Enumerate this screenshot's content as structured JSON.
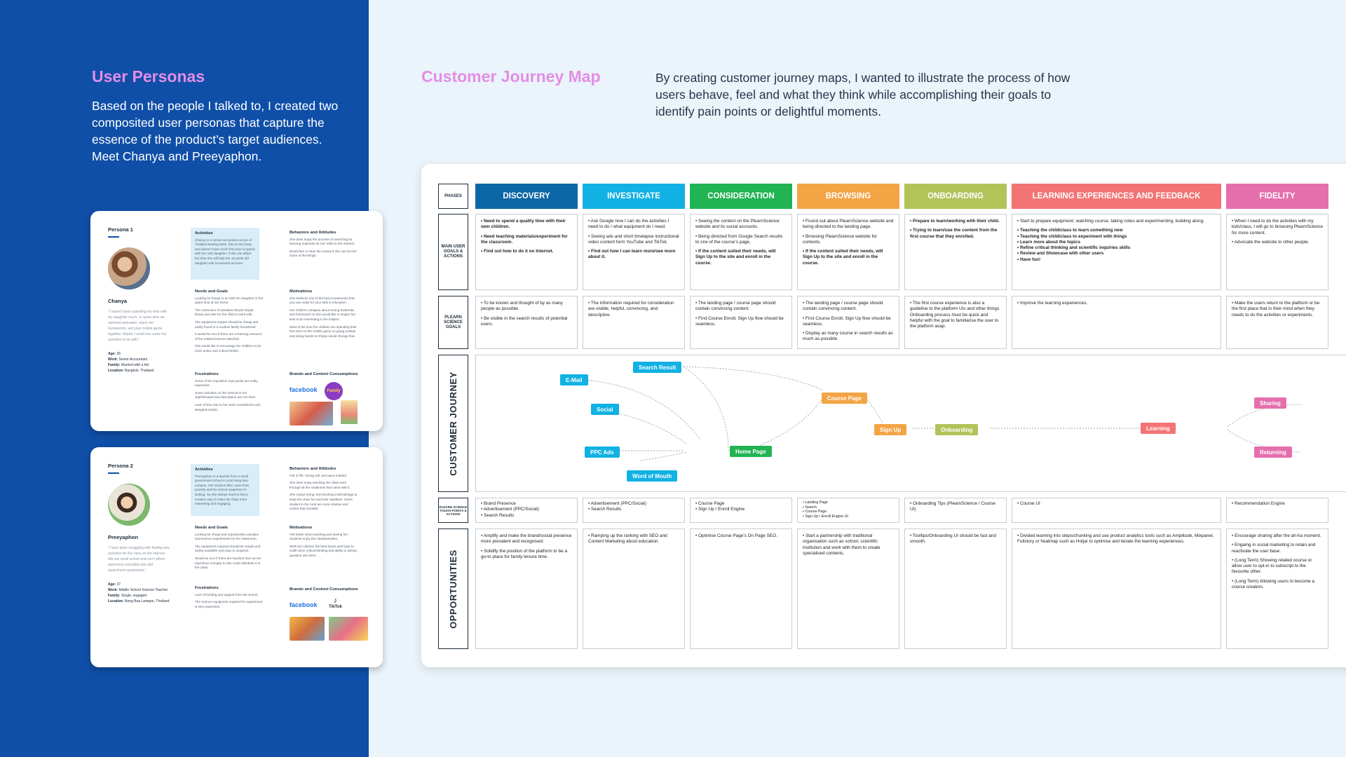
{
  "personas_section": {
    "title": "User Personas",
    "intro": "Based on the people I talked to, I created two composited user personas that capture the essence of the product’s target audiences. Meet Chanya and Preeyaphon."
  },
  "personas": [
    {
      "label": "Persona 1",
      "name": "Chanya",
      "quote": "“I haven’t been spending my time with my daughter much. In spare time we watched animation, teach her homeworks, and play mobile game together. Maybe I could use some fun activities to do with.”",
      "facts": [
        {
          "k": "Age:",
          "v": "36"
        },
        {
          "k": "Work:",
          "v": "Senior Accountant"
        },
        {
          "k": "Family:",
          "v": "Married with a kid"
        },
        {
          "k": "Location:",
          "v": "Bangkok, Thailand"
        }
      ],
      "activities_title": "Activities",
      "activities": "Chanya is a senior accountant at one of Thailand leading bank. She is very busy and doesn’t have much free time to spend with her only daughter. If she can afford the time she will help her 10 years old daughter with homework at home.",
      "needs_title": "Needs and Goals",
      "needs": [
        "Looking for things to do with her daughter in her spare time at her home.",
        "The instruction of activities should simple, timely and safe for the child to work with.",
        "The equipment require should be cheap and easily found in a nucleus family household.",
        "It would be nice if there are a learning resource of the related lessons attached.",
        "She would like to encourage her children to be more active and critical thinker."
      ],
      "frustrations_title": "Frustrations",
      "frustrations": [
        "Some of the inquisition toys packs are really expensive.",
        "Some activities on the Internet is too sophisticated and description are not clear.",
        "Lack of time due to her work commitment and Bangkok transit."
      ],
      "behaviors_title": "Behaviors and Attitudes",
      "behaviors": [
        "She does enjoy the process of searching for learning materials for her child on the internet.",
        "Would like to save the money if she can by DIY some of the things."
      ],
      "motivations_title": "Motivations",
      "motivations": [
        "She believes one of the best investments that you can make for your kids is education.",
        "Her children complain about boring textbooks and homework so she would like to inspire her kids to be interesting in the subject.",
        "Most of the time the children are spending their free time on the mobile game so going outside and doing hands-on things would change that."
      ],
      "brands_title": "Brands and Content Consumptions",
      "brand1": "facebook",
      "brand2": "Family"
    },
    {
      "label": "Persona 2",
      "name": "Preeyaphon",
      "quote": "“I have been struggling with finding new activities for the class on the internet. We are small school and can’t afford expensive education kits and experiment equipments.”",
      "facts": [
        {
          "k": "Age:",
          "v": "27"
        },
        {
          "k": "Work:",
          "v": "Middle School Science Teacher"
        },
        {
          "k": "Family:",
          "v": "Single, engaged"
        },
        {
          "k": "Location:",
          "v": "Nong Bua Lamppo, Thailand"
        }
      ],
      "activities_title": "Activities",
      "activities": "Preeyaphon is a teacher from a small government school in rural Nong Bua Lampoo. Her student often came from poverty and the school equipment is lacking. So she always need to find a creative way to make the class more interesting and engaging.",
      "needs_title": "Needs and Goals",
      "needs": [
        "Looking for cheap and reproducible activities and science experiments for her classroom.",
        "The equipment required should be simple and widely available and easy to acquired.",
        "Would be nice if there are handout that can be reproduce cheaply so she could distribute it to the class."
      ],
      "frustrations_title": "Frustrations",
      "frustrations": [
        "Lack of funding and support from the school.",
        "The science equipment required for experiment is very expensive."
      ],
      "behaviors_title": "Behaviors and Attitudes",
      "behaviors": [
        "Full of life, strong will, and open-minded.",
        "She does enjoy teaching her class even through all the rowdiness that came with it.",
        "She enjoys trying new teaching methodology to keep the class fun and less repetitive. Some student in the rural are more intuitive and motive than bookish."
      ],
      "motivations_title": "Motivations",
      "motivations": [
        "Felt better when teaching and seeing her students enjoy the class/activities.",
        "Wish her children the best future and hope to instill some critical thinking and ability to asking question into them."
      ],
      "brands_title": "Brands and Content Consumptions",
      "brand1": "facebook",
      "brand2": "TikTok"
    }
  ],
  "cjm": {
    "title": "Customer Journey Map",
    "description": "By creating customer journey maps, I wanted to illustrate the process of how users behave, feel and what they think while accomplishing their goals to identify pain points or delightful moments.",
    "row_labels": {
      "phases": "PHASES",
      "goals": "MAIN USER GOALS & ACTIONS",
      "ps_goals": "PLEARN SCIENCE GOALS",
      "journey": "CUSTOMER JOURNEY",
      "touchpoints": "PLEARN SCIENCE TOUCH POINTS & ACTIONS",
      "opportunities": "OPPORTUNITIES"
    },
    "phases": [
      {
        "label": "DISCOVERY",
        "color": "#0d67a6"
      },
      {
        "label": "INVESTIGATE",
        "color": "#11b1e3"
      },
      {
        "label": "CONSIDERATION",
        "color": "#22b353"
      },
      {
        "label": "BROWSING",
        "color": "#f3a445"
      },
      {
        "label": "ONBOARDING",
        "color": "#b2c35a"
      },
      {
        "label": "LEARNING EXPERIENCES AND FEEDBACK",
        "color": "#f27474"
      },
      {
        "label": "FIDELITY",
        "color": "#e56fad"
      }
    ],
    "goals": [
      [
        "• Need to spend a quality time with their own children.",
        "• Need teaching materials/experiment for the classroom.",
        "• Find out how to do it on Internet."
      ],
      [
        "• Ask Google how I can do the activities I need to do / what equipment do I need.",
        "• Seeing ads and short timelapse instructional video content form YouTube and TikTok.",
        "• Find out how I can learn more/see more about it."
      ],
      [
        "• Seeing the content on the PlearnScience website and its social accounts.",
        "• Being directed from Google Search results to one of the course’s page.",
        "• If the content suited their needs, will Sign Up to the site and enroll in the course."
      ],
      [
        "• Found out about PlearnScience website and being directed to the landing page.",
        "• Browsing PlearnScience website for contents.",
        "• If the content suited their needs, will Sign Up to the site and enroll in the course."
      ],
      [
        "• Prepare to learn/working with their child.",
        "• Trying to learn/use the content from the first course that they enrolled."
      ],
      [
        "• Start to prepare equipment, watching course, taking notes and experimenting, building along.",
        "• Teaching the child/class to learn something new\n• Teaching the child/class to experiment with things\n• Learn more about the topics\n• Refine critical thinking and scientific inquiries skills\n• Review and Showcase with other users\n• Have fun!"
      ],
      [
        "• When I need to do the activities with my kids/class, I will go to browsing PlearnScience for more content.",
        "• Advocate the website to other people."
      ]
    ],
    "ps_goals": [
      [
        "• To be known and thought of by as many people as possible.",
        "• Be visible in the search results of potential users."
      ],
      [
        "• The information required for consideration are visible, helpful, convincing, and descriptive."
      ],
      [
        "• The landing page / course page should contain convincing content.",
        "• First Course Enroll, Sign Up flow should be seamless."
      ],
      [
        "• The landing page / course page should contain convincing content.",
        "• First Course Enroll, Sign Up flow should be seamless.",
        "• Display as many course in search results as much as possible"
      ],
      [
        "• The first course experience is also a guideline to the platform UIs and other things. Onboarding process must be quick and helpful with the goal to familiarise the user to the platform asap."
      ],
      [
        "• Improve the learning experiences."
      ],
      [
        "• Make the users return to the platform or be the first place that in their mind when they needs to do the activities or experiments."
      ]
    ],
    "journey_nodes": [
      {
        "label": "Search Result",
        "color": "#11b1e3"
      },
      {
        "label": "E-Mail",
        "color": "#11b1e3"
      },
      {
        "label": "Social",
        "color": "#11b1e3"
      },
      {
        "label": "PPC Ads",
        "color": "#11b1e3"
      },
      {
        "label": "Word of Mouth",
        "color": "#11b1e3"
      },
      {
        "label": "Home Page",
        "color": "#22b353"
      },
      {
        "label": "Course Page",
        "color": "#f3a445"
      },
      {
        "label": "Sign Up",
        "color": "#f3a445"
      },
      {
        "label": "Onboarding",
        "color": "#b2c35a"
      },
      {
        "label": "Learning",
        "color": "#f27474"
      },
      {
        "label": "Sharing",
        "color": "#e56fad"
      },
      {
        "label": "Returning",
        "color": "#e56fad"
      }
    ],
    "touchpoints": [
      "• Brand Presence\n• Advertisement (PPC/Social)\n• Search Results",
      "• Advertisement (PPC/Social)\n• Search Results",
      "• Course Page\n• Sign Up / Enroll Engine",
      "• Landing Page\n• Search\n• Course Page\n• Sign Up / Enroll Engine UI",
      "• Onboarding Tips (PlearnScience / Course UI)",
      "• Course UI",
      "• Recommendation Engine"
    ],
    "opportunities": [
      [
        "• Amplify and make the brand/social presence more prevalent and recognised.",
        "• Solidify the position of the platform to be a go-to place for family leisure time."
      ],
      [
        "• Ramping up the ranking with SEO and Content Marketing about education."
      ],
      [
        "• Optimise Course Page’s On Page SEO."
      ],
      [
        "• Start a partnership with traditional organisation such as school, scientific institution and work with them to create specialised contents."
      ],
      [
        "• Tooltips/Onboarding UI should be fast and smooth."
      ],
      [
        "• Divided learning into steps/chunking and use product analytics tools such as Amplitude, Mixpanel, Fullstory or heatmap such as Hotjar to optimise and iterate the learning experiences."
      ],
      [
        "• Encourage sharing after the ah-ha moment.",
        "• Engaing in social marketing to retain and reactivate the user base.",
        "• (Long Term) Showing related course or allow user to opt-in to subscript to the favourite other.",
        "• (Long Term) Allowing users to become a course creators."
      ]
    ]
  }
}
